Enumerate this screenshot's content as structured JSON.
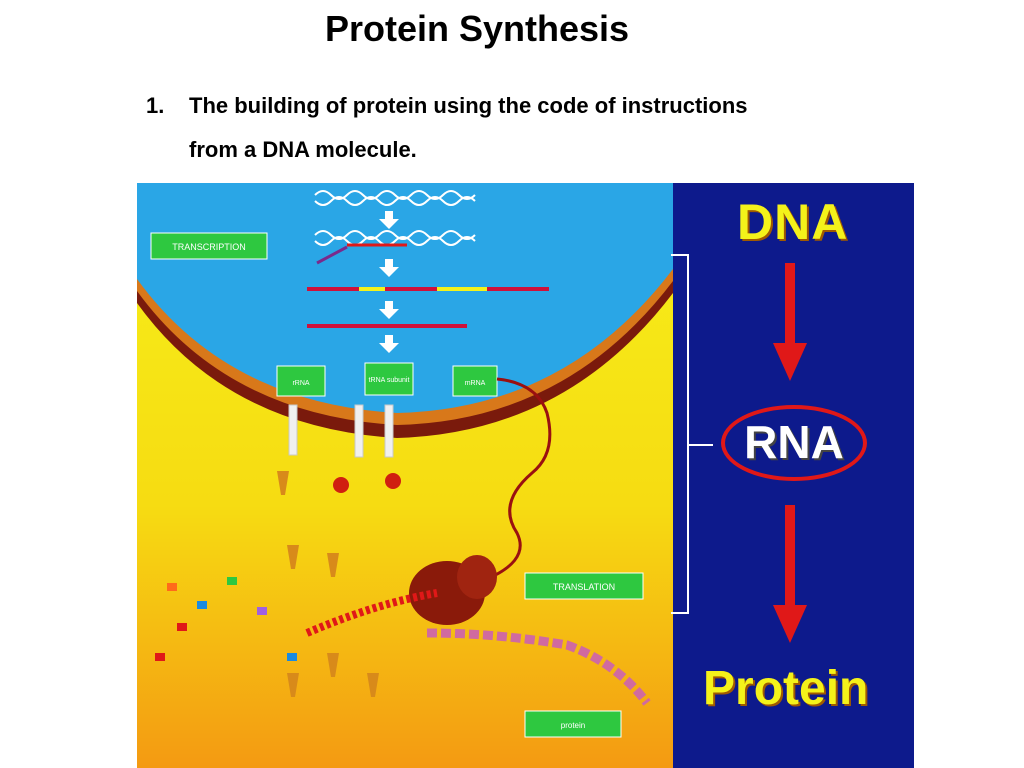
{
  "slide": {
    "title": "Protein Synthesis",
    "point_number": "1.",
    "point_line1": "The building of protein using the code of instructions",
    "point_line2": "from a DNA molecule."
  },
  "figure": {
    "description_labels": {
      "transcription": "TRANSCRIPTION",
      "translation": "TRANSLATION",
      "rrna_box": "rRNA",
      "trna_box": "tRNA subunit",
      "mrna_box": "mRNA",
      "protein_box": "protein"
    }
  },
  "flow": {
    "dna": "DNA",
    "rna": "RNA",
    "protein": "Protein",
    "colors": {
      "panel": "#0d1a8c",
      "label_yellow": "#f4f21a",
      "arrow_red": "#e01818",
      "oval_red": "#e01818"
    }
  }
}
